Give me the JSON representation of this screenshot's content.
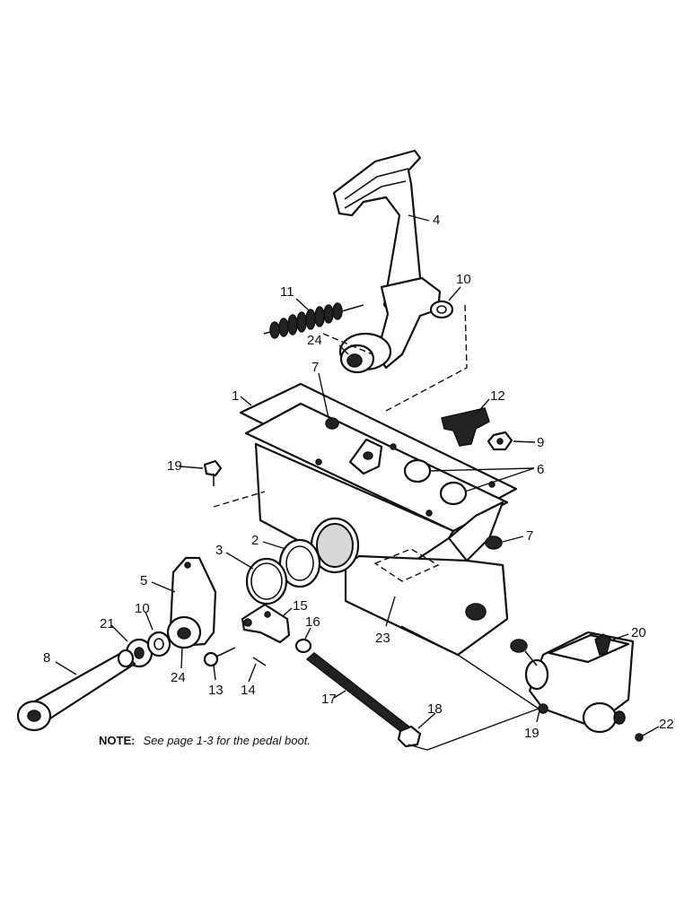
{
  "callouts": {
    "c1": "1",
    "c2": "2",
    "c3": "3",
    "c4": "4",
    "c5": "5",
    "c6": "6",
    "c7a": "7",
    "c7b": "7",
    "c8": "8",
    "c9": "9",
    "c10a": "10",
    "c10b": "10",
    "c11": "11",
    "c12": "12",
    "c13": "13",
    "c14": "14",
    "c15": "15",
    "c16": "16",
    "c17": "17",
    "c18": "18",
    "c19a": "19",
    "c19b": "19",
    "c20": "20",
    "c21": "21",
    "c22": "22",
    "c23": "23",
    "c24a": "24",
    "c24b": "24"
  },
  "note": {
    "label": "NOTE:",
    "text": "See page 1-3 for the pedal boot."
  }
}
